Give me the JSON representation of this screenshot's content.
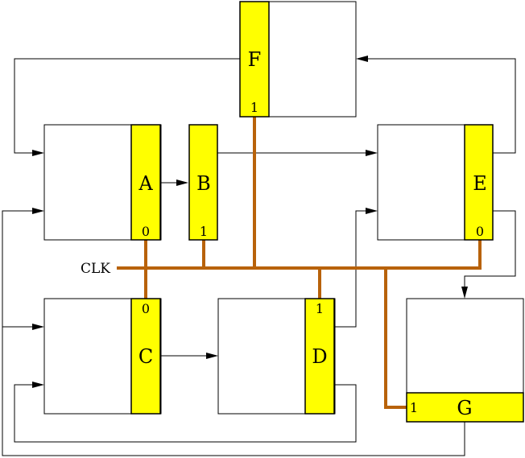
{
  "clock": {
    "label": "CLK",
    "color": "#b8620a"
  },
  "register_color": "#ffff00",
  "registers": [
    {
      "id": "A",
      "name": "A",
      "phase": "0"
    },
    {
      "id": "B",
      "name": "B",
      "phase": "1"
    },
    {
      "id": "C",
      "name": "C",
      "phase": "0"
    },
    {
      "id": "D",
      "name": "D",
      "phase": "1"
    },
    {
      "id": "E",
      "name": "E",
      "phase": "0"
    },
    {
      "id": "F",
      "name": "F",
      "phase": "1"
    },
    {
      "id": "G",
      "name": "G",
      "phase": "1"
    }
  ]
}
